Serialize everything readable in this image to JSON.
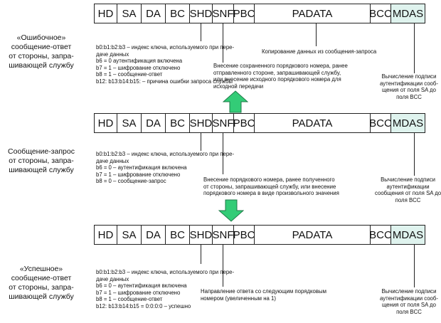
{
  "fields": [
    "HD",
    "SA",
    "DA",
    "BC",
    "SHD",
    "SNF",
    "PBC",
    "PADATA",
    "BCC",
    "MDAS"
  ],
  "colors": {
    "mdas_fill": "#dff3ee",
    "arrow_fill": "#33cc77",
    "arrow_stroke": "#1f7a48",
    "border": "#222222"
  },
  "icons": {
    "up_arrow": "up-arrow-icon",
    "down_arrow": "down-arrow-icon"
  },
  "frames": [
    {
      "label": [
        "«Ошибочное»",
        "сообщение-ответ",
        "от стороны, запра-",
        "шивающей службу"
      ],
      "shd_note": [
        "b0:b1:b2:b3 – индекс ключа, используемого при пере-",
        "даче данных",
        "b6 = 0 аутентификация включена",
        "b7 = 1 – шифрование отключено",
        "b8 = 1 – сообщение-ответ",
        "b12: b13:b14:b15: – причина ошибки запроса службы"
      ],
      "snf_note": [
        "Внесение сохраненного порядкового номера, ранее",
        "отправленного стороне, запрашивающей службу,",
        "или внесение исходного порядкового номера для",
        "исходной передачи"
      ],
      "padata_note": [
        "Копирование данных из сообщения-запроса"
      ],
      "mdas_note": [
        "Вычисление подписи",
        "аутентификации сооб-",
        "щения от поля SA до",
        "поля BCC"
      ]
    },
    {
      "label": [
        "Сообщение-запрос",
        "от стороны, запра-",
        "шивающей службу"
      ],
      "shd_note": [
        "b0:b1:b2:b3 – индекс ключа, используемого при пере-",
        "даче данных",
        "b6 = 0 – аутентификация включена",
        "b7 = 1 – шифрование отключено",
        "b8 = 0 – сообщение-запрос"
      ],
      "snf_note": [
        "Внесение порядкового номера, ранее полученного",
        "от стороны, запрашивающей службу, или внесение",
        "порядкового номера в виде произвольного значения"
      ],
      "mdas_note": [
        "Вычисление подписи",
        "аутентификации",
        "сообщения от поля SA до",
        "поля BCC"
      ]
    },
    {
      "label": [
        "«Успешное»",
        "сообщение-ответ",
        "от стороны, запра-",
        "шивающей службу"
      ],
      "shd_note": [
        "b0:b1:b2:b3 – индекс ключа, используемого при пере-",
        "даче данных",
        "b6 = 0 – аутентификация включена",
        "b7 = 1 – шифрование отключено",
        "b8 = 1 – сообщение-ответ",
        "b12: b13:b14:b15 = 0:0:0:0 – успешно"
      ],
      "snf_note": [
        "Направление ответа со следующим порядковым",
        "номером (увеличенным на 1)"
      ],
      "mdas_note": [
        "Вычисление подписи",
        "аутентификации сооб-",
        "щения от поля SA до",
        "поля BCC"
      ]
    }
  ]
}
